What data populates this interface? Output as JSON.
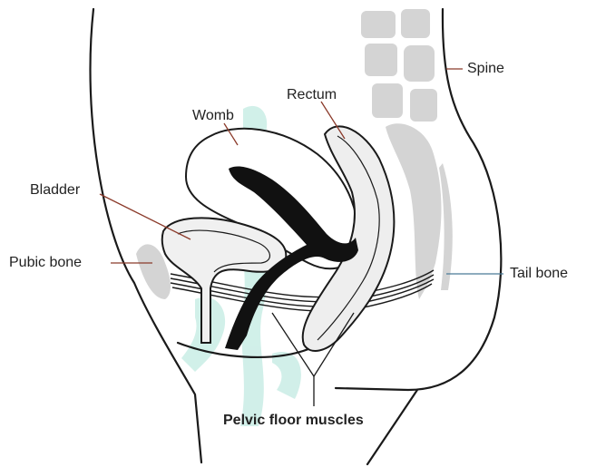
{
  "labels": {
    "spine": "Spine",
    "womb": "Womb",
    "rectum": "Rectum",
    "bladder": "Bladder",
    "pubic_bone": "Pubic bone",
    "tail_bone": "Tail bone",
    "pelvic_floor_muscles": "Pelvic floor muscles"
  },
  "colors": {
    "outline": "#1a1a1a",
    "bone_grey": "#d4d4d4",
    "leader_red": "#8b3a2a",
    "leader_blue": "#4a7a96",
    "watermark": "#c6ece4"
  }
}
